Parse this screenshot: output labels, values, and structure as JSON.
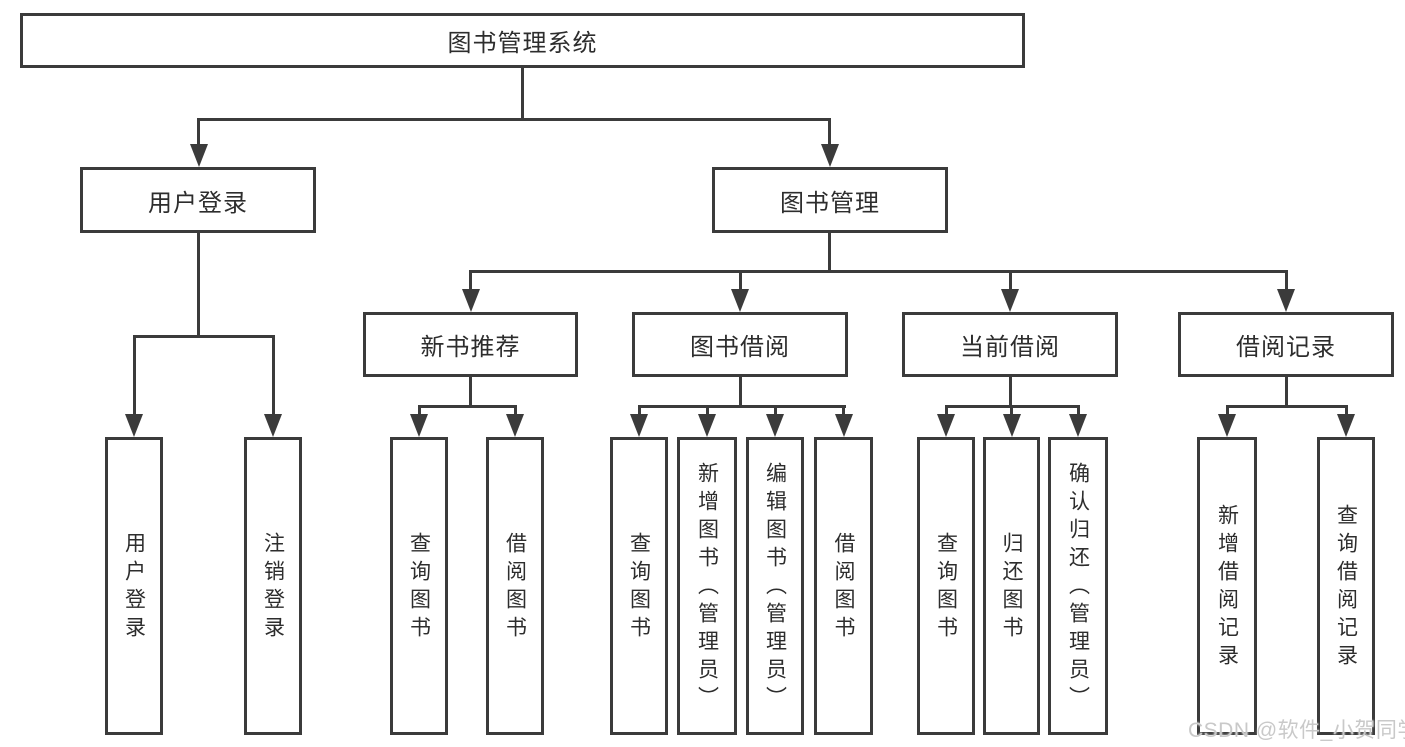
{
  "colors": {
    "line": "#3b3b3b",
    "text": "#2d2d2d",
    "box-bg": "#ffffff",
    "watermark": "#c9c9c9",
    "background": "#ffffff"
  },
  "watermark": {
    "text": "CSDN @软件_小贺同学"
  },
  "tree": {
    "label": "图书管理系统",
    "children": [
      {
        "label": "用户登录",
        "children": [
          {
            "label": "用户登录"
          },
          {
            "label": "注销登录"
          }
        ]
      },
      {
        "label": "图书管理",
        "children": [
          {
            "label": "新书推荐",
            "children": [
              {
                "label": "查询图书"
              },
              {
                "label": "借阅图书"
              }
            ]
          },
          {
            "label": "图书借阅",
            "children": [
              {
                "label": "查询图书"
              },
              {
                "label": "新增图书（管理员）"
              },
              {
                "label": "编辑图书（管理员）"
              },
              {
                "label": "借阅图书"
              }
            ]
          },
          {
            "label": "当前借阅",
            "children": [
              {
                "label": "查询图书"
              },
              {
                "label": "归还图书"
              },
              {
                "label": "确认归还（管理员）"
              }
            ]
          },
          {
            "label": "借阅记录",
            "children": [
              {
                "label": "新增借阅记录"
              },
              {
                "label": "查询借阅记录"
              }
            ]
          }
        ]
      }
    ]
  }
}
